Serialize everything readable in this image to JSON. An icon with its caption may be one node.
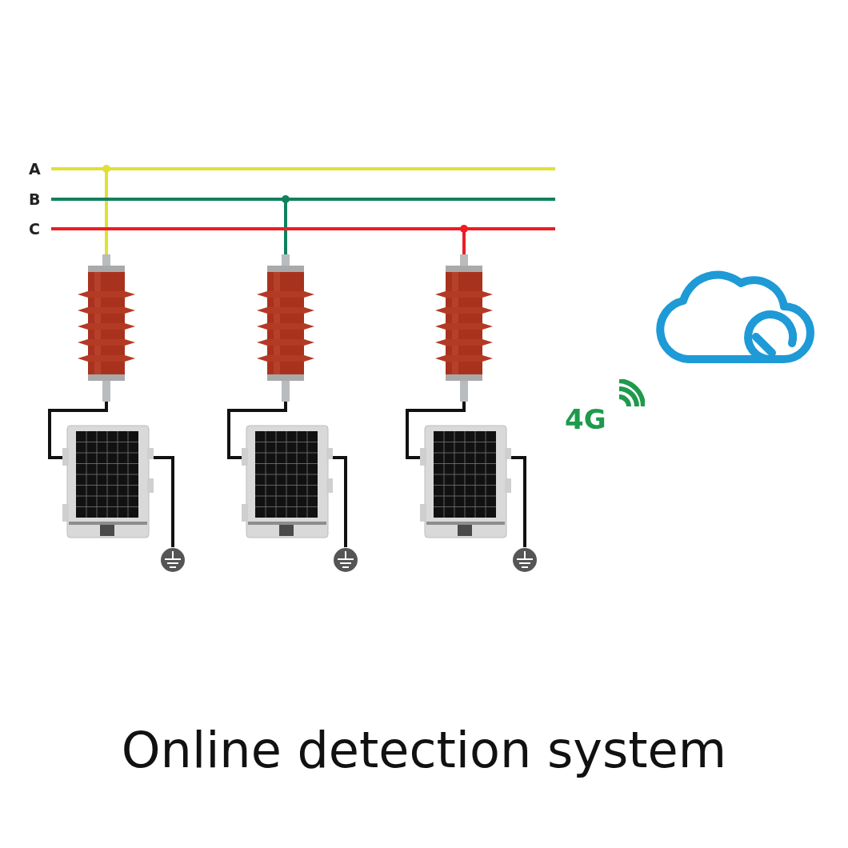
{
  "diagram": {
    "caption": "Online detection system",
    "nodes": [
      {
        "text": [
          "A"
        ]
      },
      {
        "text": [
          "B"
        ]
      },
      {
        "text": [
          "C"
        ]
      },
      {
        "text": [],
        "shape": "picture"
      },
      {
        "text": [],
        "shape": "picture"
      },
      {
        "text": [],
        "shape": "picture"
      },
      {
        "text": [],
        "shape": "picture"
      },
      {
        "text": [],
        "shape": "picture"
      },
      {
        "text": [],
        "shape": "picture"
      },
      {
        "text": [],
        "shape": "circle"
      },
      {
        "text": [],
        "shape": "circle"
      },
      {
        "text": [],
        "shape": "circle"
      }
    ],
    "edges": [
      {
        "from": 0,
        "to": 3,
        "arrow": "other",
        "color": "#e0e034"
      },
      {
        "from": 1,
        "to": 4,
        "arrow": "other",
        "color": "#11805e"
      },
      {
        "from": 2,
        "to": 5,
        "arrow": "other",
        "color": "#ee1c24"
      },
      {
        "from": 3,
        "to": 6,
        "arrow": "none"
      },
      {
        "from": 4,
        "to": 7,
        "arrow": "none"
      },
      {
        "from": 5,
        "to": 8,
        "arrow": "none"
      },
      {
        "from": 6,
        "to": 9,
        "arrow": "none"
      },
      {
        "from": 7,
        "to": 10,
        "arrow": "none"
      },
      {
        "from": 8,
        "to": 11,
        "arrow": "none"
      }
    ],
    "labels": [
      "4G"
    ]
  }
}
